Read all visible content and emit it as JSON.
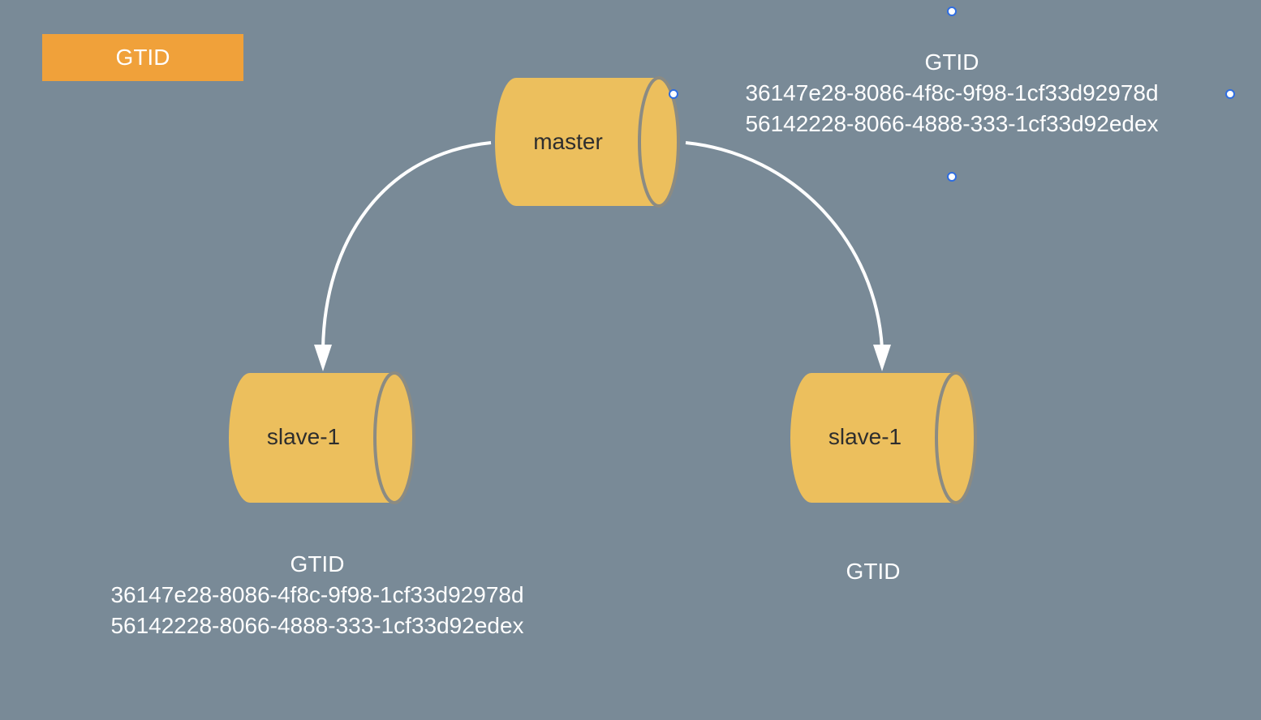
{
  "title_badge": {
    "label": "GTID",
    "color": "#f0a13a"
  },
  "colors": {
    "background": "#798a97",
    "cylinder_fill": "#ecbf5d",
    "cylinder_edge": "#8b8b83",
    "arrow": "#ffffff",
    "handle_stroke": "#2f6de0"
  },
  "nodes": {
    "master": {
      "label": "master"
    },
    "slave_left": {
      "label": "slave-1"
    },
    "slave_right": {
      "label": "slave-1"
    }
  },
  "gtid_master": {
    "heading": "GTID",
    "lines": [
      "36147e28-8086-4f8c-9f98-1cf33d92978d",
      "56142228-8066-4888-333-1cf33d92edex"
    ]
  },
  "gtid_slave_left": {
    "heading": "GTID",
    "lines": [
      "36147e28-8086-4f8c-9f98-1cf33d92978d",
      "56142228-8066-4888-333-1cf33d92edex"
    ]
  },
  "gtid_slave_right": {
    "heading": "GTID"
  }
}
